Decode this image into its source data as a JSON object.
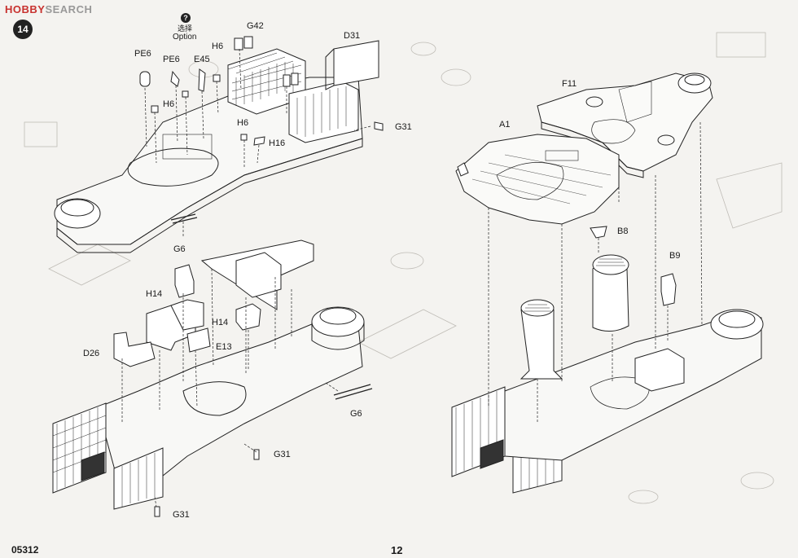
{
  "watermark": {
    "brand": "HOBBY",
    "brand_rest": "SEARCH"
  },
  "step": {
    "number": "14"
  },
  "option": {
    "chinese": "选择",
    "english": "Option"
  },
  "left_top_labels": {
    "g42": "G42",
    "d31": "D31",
    "h6_a": "H6",
    "pe6_a": "PE6",
    "pe6_b": "PE6",
    "e45": "E45",
    "h6_b": "H6",
    "h6_c": "H6",
    "h16": "H16",
    "g31": "G31",
    "g6": "G6"
  },
  "left_bottom_labels": {
    "h14_a": "H14",
    "h14_b": "H14",
    "d26": "D26",
    "e13": "E13",
    "g6": "G6",
    "g31_a": "G31",
    "g31_b": "G31"
  },
  "right_labels": {
    "f11": "F11",
    "a1": "A1",
    "b8": "B8",
    "b9": "B9"
  },
  "footer": {
    "code": "05312",
    "page": "12"
  }
}
